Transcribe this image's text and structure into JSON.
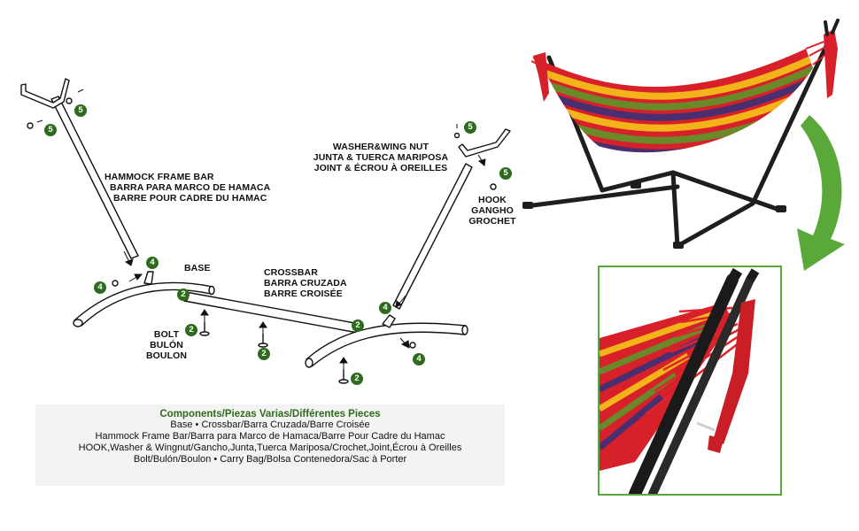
{
  "labels": {
    "hammock_frame_bar": [
      "HAMMOCK FRAME BAR",
      "BARRA PARA MARCO DE HAMACA",
      "BARRE POUR CADRE DU HAMAC"
    ],
    "base": "BASE",
    "crossbar": [
      "CROSSBAR",
      "BARRA CRUZADA",
      "BARRE CROISÉE"
    ],
    "bolt": [
      "BOLT",
      "BULÓN",
      "BOULON"
    ],
    "washer": [
      "WASHER&WING NUT",
      "JUNTA & TUERCA MARIPOSA",
      "JOINT & ÉCROU À OREILLES"
    ],
    "hook": [
      "HOOK",
      "GANGHO",
      "GROCHET"
    ]
  },
  "badges": [
    "5",
    "5",
    "4",
    "4",
    "2",
    "2",
    "2",
    "2",
    "2",
    "4",
    "4",
    "5",
    "5"
  ],
  "components": {
    "title": "Components/Piezas  Varias/Différentes Pieces",
    "lines": [
      "Base • Crossbar/Barra Cruzada/Barre Croisée",
      "Hammock Frame Bar/Barra para Marco de Hamaca/Barre Pour Cadre du Hamac",
      "HOOK,Washer & Wingnut/Gancho,Junta,Tuerca Mariposa/Crochet,Joint,Écrou à Oreilles",
      "Bolt/Bulón/Boulon • Carry  Bag/Bolsa Contenedora/Sac à Porter"
    ]
  },
  "colors": {
    "badge_green": "#2f6b1f",
    "arrow_green": "#5aa83a",
    "frame": "#1a1a1a",
    "hammock_red": "#d8202a",
    "hammock_yellow": "#f2b418",
    "hammock_green": "#6a8a2a",
    "hammock_purple": "#4a2f70"
  }
}
